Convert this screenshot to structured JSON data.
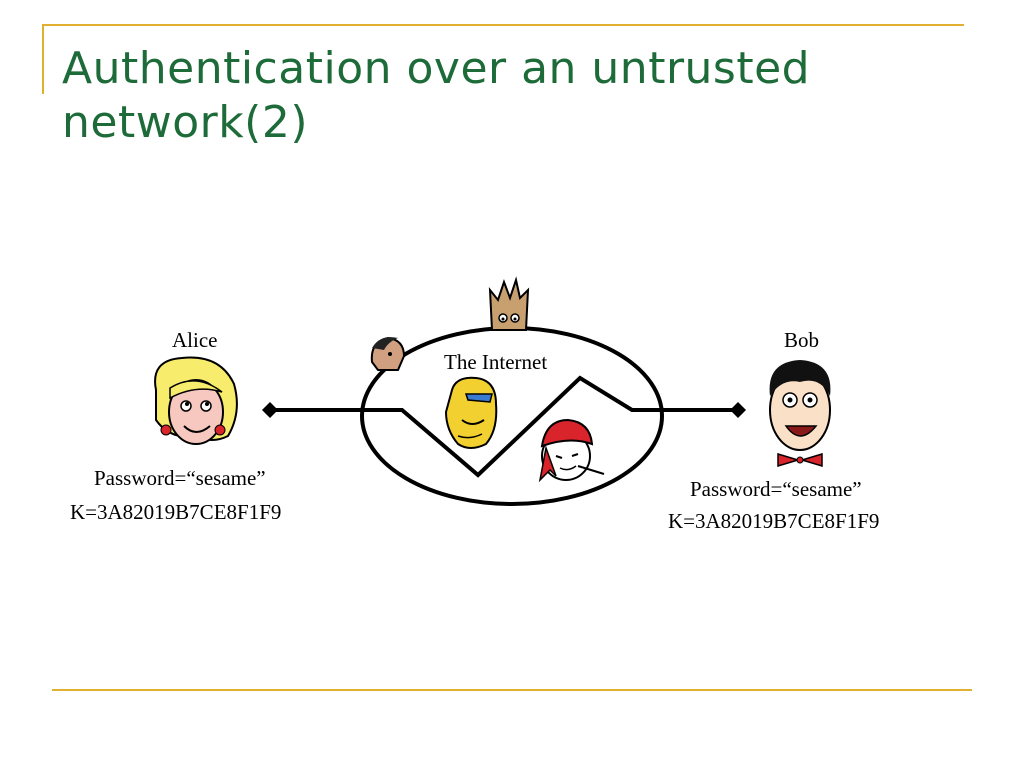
{
  "slide": {
    "title_line1": "Authentication over an untrusted",
    "title_line2": "network(2)"
  },
  "diagram": {
    "alice": {
      "name": "Alice",
      "password": "Password=“sesame”",
      "key": "K=3A82019B7CE8F1F9"
    },
    "bob": {
      "name": "Bob",
      "password": "Password=“sesame”",
      "key": "K=3A82019B7CE8F1F9"
    },
    "network_label": "The Internet"
  },
  "colors": {
    "title": "#1e6b3a",
    "frame": "#e0b030"
  }
}
